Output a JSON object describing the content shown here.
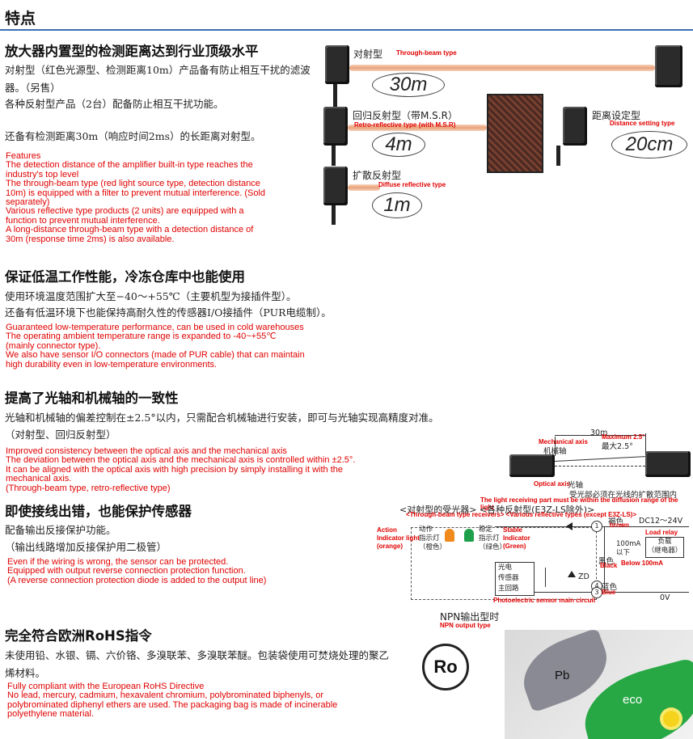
{
  "title": "特点",
  "s1": {
    "heading": "放大器内置型的检测距离达到行业顶级水平",
    "p1": "对射型（红色光源型、检测距离10m）产品备有防止相互干扰的滤波器。（另售）",
    "p2": "各种反射型产品（2台）配备防止相互干扰功能。",
    "p3": "还备有检测距离30m（响应时间2ms）的长距离对射型。",
    "en": "Features\nThe detection distance of the amplifier built-in type reaches the\nindustry's top level\nThe through-beam type (red light source type, detection distance\n10m) is equipped with a filter to prevent mutual interference. (Sold\nseparately)\nVarious reflective type products (2 units) are equipped with a\nfunction to prevent mutual interference.\nA long-distance through-beam type with a detection distance of\n30m (response time 2ms) is also available.",
    "fig": {
      "through_zh": "对射型",
      "through_en": "Through-beam type",
      "through_dist": "30m",
      "retro_zh": "回归反射型（带M.S.R）",
      "retro_en": "Retro-reflective type (with M.S.R)",
      "retro_dist": "4m",
      "setting_zh": "距离设定型",
      "setting_en": "Distance setting type",
      "setting_dist": "20cm",
      "diffuse_zh": "扩散反射型",
      "diffuse_en": "Diffuse reflective type",
      "diffuse_dist": "1m"
    }
  },
  "s2": {
    "heading": "保证低温工作性能，冷冻仓库中也能使用",
    "p1": "使用环境温度范围扩大至−40～+55℃（主要机型为接插件型）。",
    "p2": "还备有低温环境下也能保持高耐久性的传感器I/O接插件（PUR电缆制）。",
    "en": "Guaranteed low-temperature performance, can be used in cold warehouses\nThe operating ambient temperature range is expanded to -40~+55℃\n(mainly connector type).\nWe also have sensor I/O connectors (made of PUR cable) that can maintain\nhigh durability even in low-temperature environments."
  },
  "s3": {
    "heading": "提高了光轴和机械轴的一致性",
    "p1": "光轴和机械轴的偏差控制在±2.5°以内，只需配合机械轴进行安装，即可与光轴实现高精度对准。",
    "p2": "（对射型、回归反射型）",
    "en": "Improved consistency between the optical axis and the mechanical axis\nThe deviation between the optical axis and the mechanical axis is controlled within ±2.5°.\nIt can be aligned with the optical axis with high precision by simply installing it with the\nmechanical axis.\n(Through-beam type, retro-reflective type)",
    "fig": {
      "dist": "30m",
      "max_zh": "最大2.5°",
      "max_en": "Maximum 2.5°",
      "mech_en": "Mechanical axis",
      "mech_zh": "机械轴",
      "opt_en": "Optical axis",
      "opt_zh": "光轴",
      "note_zh": "受光部必须在光线的扩散范围内",
      "note_en": "The light receiving part must be within the diffusion range of the light"
    }
  },
  "s4": {
    "heading": "即使接线出错，也能保护传感器",
    "p1": "配备输出反接保护功能。",
    "p2": "（输出线路增加反接保护用二极管）",
    "en": "Even if the wiring is wrong, the sensor can be protected.\nEquipped with output reverse connection protection function.\n(A reverse connection protection diode is added to the output line)",
    "circuit": {
      "title_zh": "<对射型的受光器> <各种反射型(E3Z-LS除外)>",
      "title_en": "<Through-beam type receivers> <Various reflective types (except E3Z-LS)>",
      "dc": "DC12～24V",
      "brown_zh": "褐色",
      "brown_en": "brown",
      "action_en": "Action\nIndicator light\n(orange)",
      "action_zh": "动作\n指示灯\n（橙色）",
      "stable_zh": "稳定\n指示灯\n（绿色）",
      "stable_en": "Stable\nIndicator\n(Green)",
      "load_en": "Load relay",
      "load_zh": "负载\n（继电器）",
      "ma_zh": "100mA\n以下",
      "ma_en": "Below 100mA",
      "black_zh": "黑色",
      "black_en": "Black",
      "main_zh": "光电\n传感器\n主回路",
      "main_en": "Photoelectric sensor main circuit",
      "zd": "ZD",
      "blue_zh": "蓝色",
      "blue_en": "Blue",
      "ov": "0V",
      "n1": "1",
      "n4": "4",
      "n3": "3",
      "npn_zh": "NPN输出型时",
      "npn_en": "NPN output type"
    }
  },
  "s5": {
    "heading": "完全符合欧洲RoHS指令",
    "p1": "未使用铅、水银、镉、六价铬、多溴联苯、多溴联苯醚。包装袋使用可焚烧处理的聚乙烯材料。",
    "en": "Fully compliant with the European RoHS Directive\nNo lead, mercury, cadmium, hexavalent chromium, polybrominated biphenyls, or\npolybrominated diphenyl ethers are used. The packaging bag is made of incinerable\npolyethylene material.",
    "ro": "Ro",
    "pb": "Pb",
    "eco": "eco"
  },
  "colors": {
    "accent_rule": "#3a6fb0",
    "english_text": "#e00000",
    "beam": "#e9a27d",
    "leaf_green": "#27a845"
  }
}
